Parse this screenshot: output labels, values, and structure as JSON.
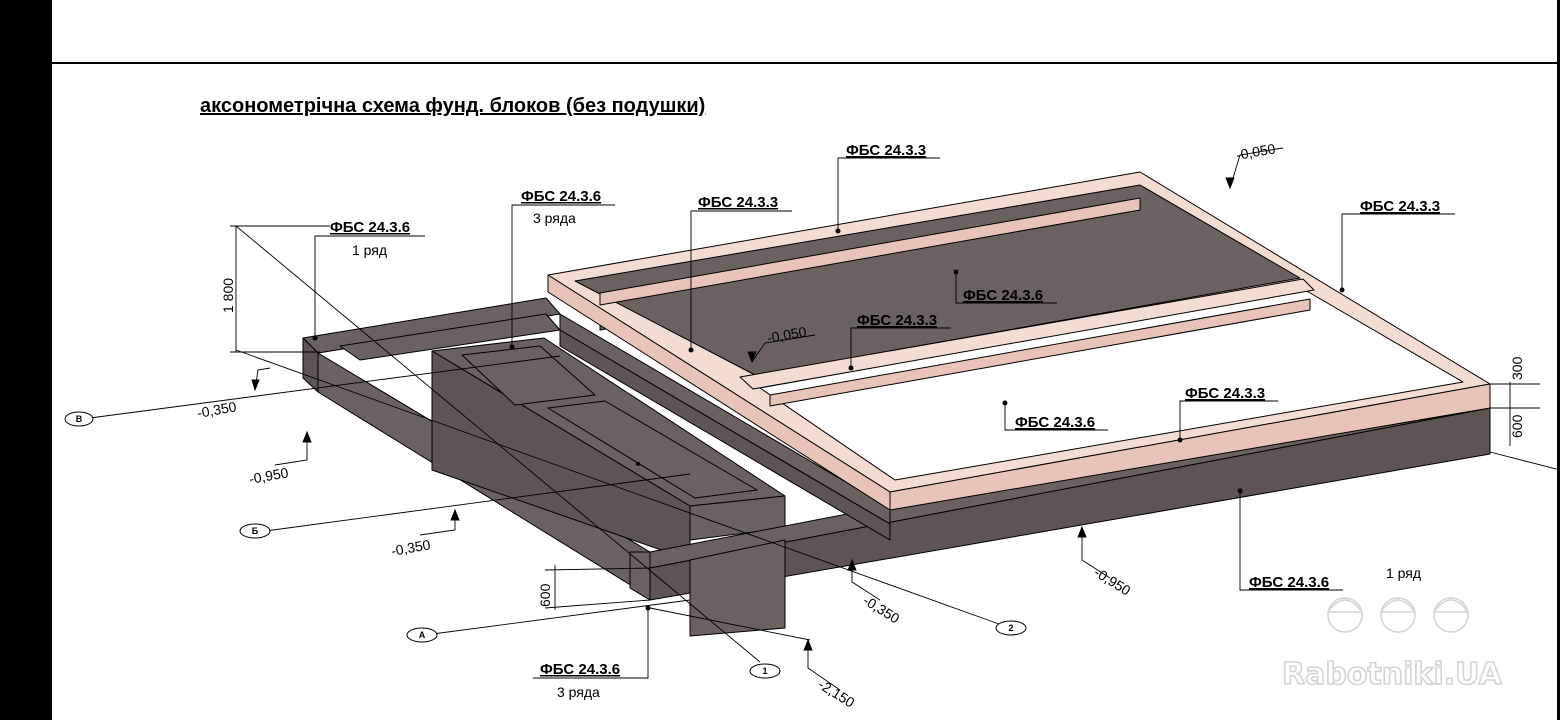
{
  "title": "аксонометрічна схема фунд. блоков (без подушки)",
  "colors": {
    "block": "#6b615e",
    "block_top": "#f3dcd2",
    "block_face": "#e7c4b7",
    "line": "#000000"
  },
  "labels": {
    "left_top": {
      "mark": "ФБС 24.3.6",
      "note": "1 ряд"
    },
    "mid_top": {
      "mark": "ФБС 24.3.6",
      "note": "3 ряда"
    },
    "frame_left": {
      "mark": "ФБС 24.3.3"
    },
    "frame_back": {
      "mark": "ФБС 24.3.3"
    },
    "frame_right": {
      "mark": "ФБС 24.3.3"
    },
    "under_back": {
      "mark": "ФБС 24.3.6"
    },
    "middle_top": {
      "mark": "ФБС 24.3.3"
    },
    "middle_low": {
      "mark": "ФБС 24.3.6"
    },
    "front_top": {
      "mark": "ФБС 24.3.3"
    },
    "front_low": {
      "mark": "ФБС 24.3.6",
      "note": "1 ряд"
    },
    "bottom": {
      "mark": "ФБС 24.3.6",
      "note": "3 ряда"
    }
  },
  "dimensions": {
    "h1800": "1 800",
    "h300": "300",
    "h600_right": "600",
    "h600_left": "600",
    "e_top_right": "-0,050",
    "e_mid": "-0,050",
    "e_left_350": "-0,350",
    "e_left_950": "-0,950",
    "e_front_350": "-0,350",
    "e_bot_350": "-0,350",
    "e_bot_950": "-0,950",
    "e_bot_2150": "-2,150"
  },
  "axes": {
    "a1": "1",
    "a2": "2",
    "aA": "А",
    "aB": "Б",
    "aV": "В"
  },
  "watermark": "Rabotniki.UA",
  "icons": [
    "worker-helmet-icon"
  ]
}
